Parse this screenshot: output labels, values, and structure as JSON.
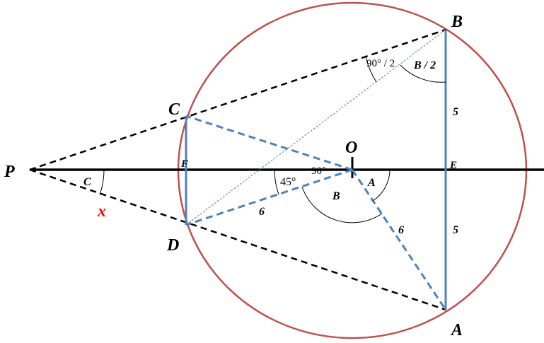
{
  "points": {
    "P": "P",
    "B": "B",
    "C": "C",
    "D": "D",
    "A": "A",
    "O": "O",
    "F": "F",
    "E": "E"
  },
  "lengths": {
    "BE": "5",
    "EA": "5",
    "OD": "6",
    "OA": "6",
    "PD": "x"
  },
  "angles": {
    "P": "C",
    "ODangle": "45°",
    "right": "90°",
    "DOA": "B",
    "AOE": "A",
    "B_left": "90° / 2",
    "B_right": "B / 2"
  },
  "colors": {
    "circle": "#c0504d",
    "blue": "#4f81bd",
    "x": "#ff0000"
  }
}
